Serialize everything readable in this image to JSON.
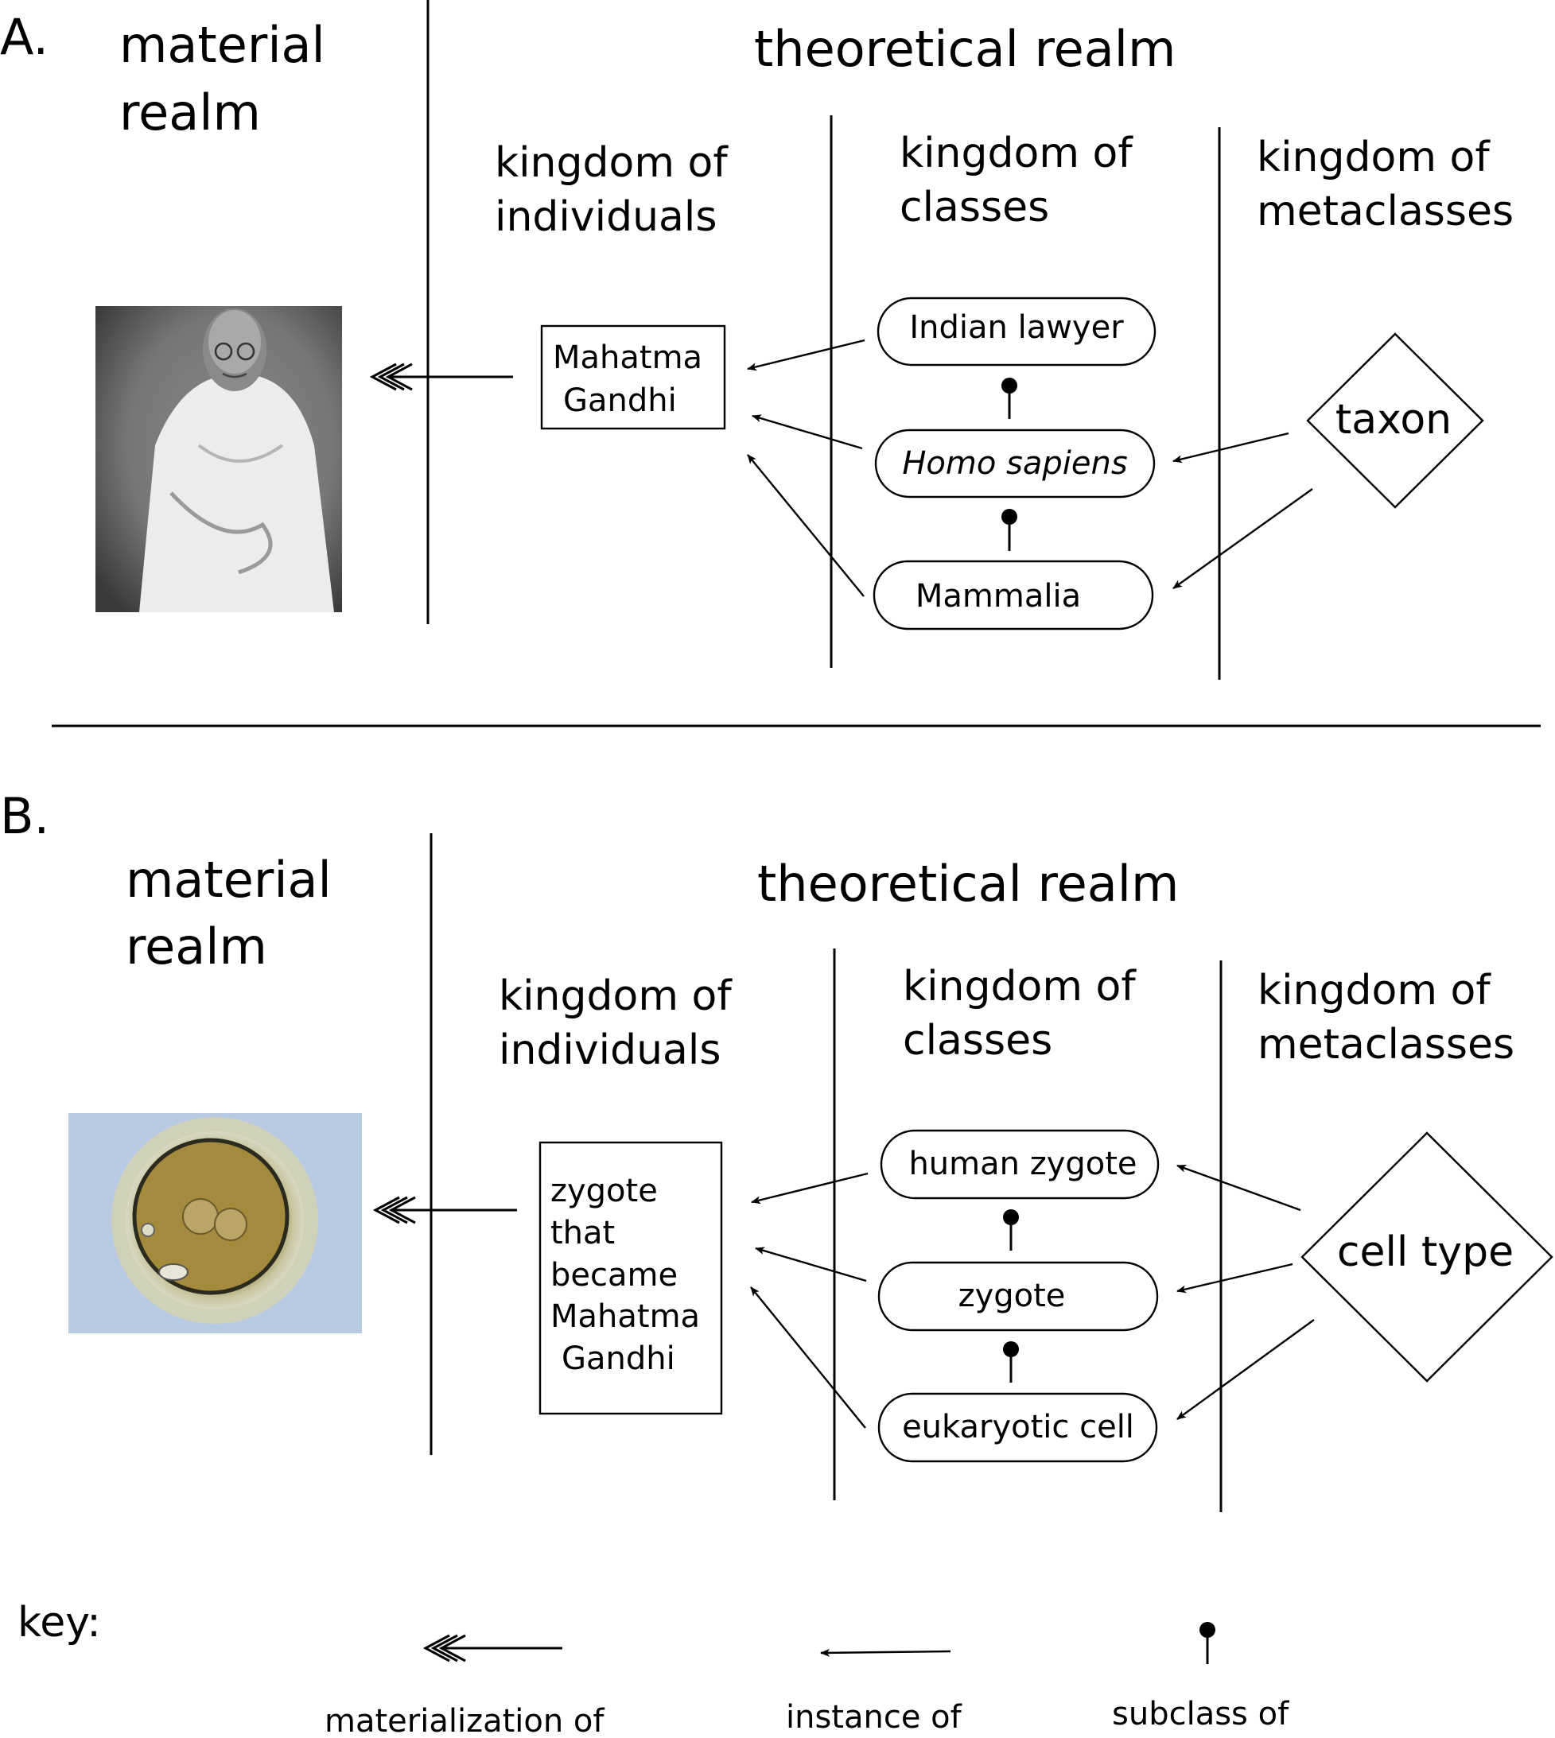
{
  "panels": [
    {
      "letter": "A.",
      "material_realm": [
        "material",
        "realm"
      ],
      "theoretical_realm": "theoretical realm",
      "kingdoms": {
        "individuals": [
          "kingdom of",
          "individuals"
        ],
        "classes": [
          "kingdom of",
          "classes"
        ],
        "metaclasses": [
          "kingdom of",
          "metaclasses"
        ]
      },
      "individual_box": [
        "Mahatma",
        "Gandhi"
      ],
      "classes": [
        "Indian lawyer",
        "Homo sapiens",
        "Mammalia"
      ],
      "metaclass": "taxon",
      "photo": "gandhi-portrait-photo"
    },
    {
      "letter": "B.",
      "material_realm": [
        "material",
        "realm"
      ],
      "theoretical_realm": "theoretical realm",
      "kingdoms": {
        "individuals": [
          "kingdom of",
          "individuals"
        ],
        "classes": [
          "kingdom of",
          "classes"
        ],
        "metaclasses": [
          "kingdom of",
          "metaclasses"
        ]
      },
      "individual_box": [
        "zygote",
        "that",
        "became",
        "Mahatma",
        "Gandhi"
      ],
      "classes": [
        "human zygote",
        "zygote",
        "eukaryotic cell"
      ],
      "metaclass": "cell type",
      "photo": "zygote-micrograph-photo"
    }
  ],
  "key": {
    "label": "key:",
    "items": [
      "materialization of",
      "instance of",
      "subclass of"
    ]
  }
}
